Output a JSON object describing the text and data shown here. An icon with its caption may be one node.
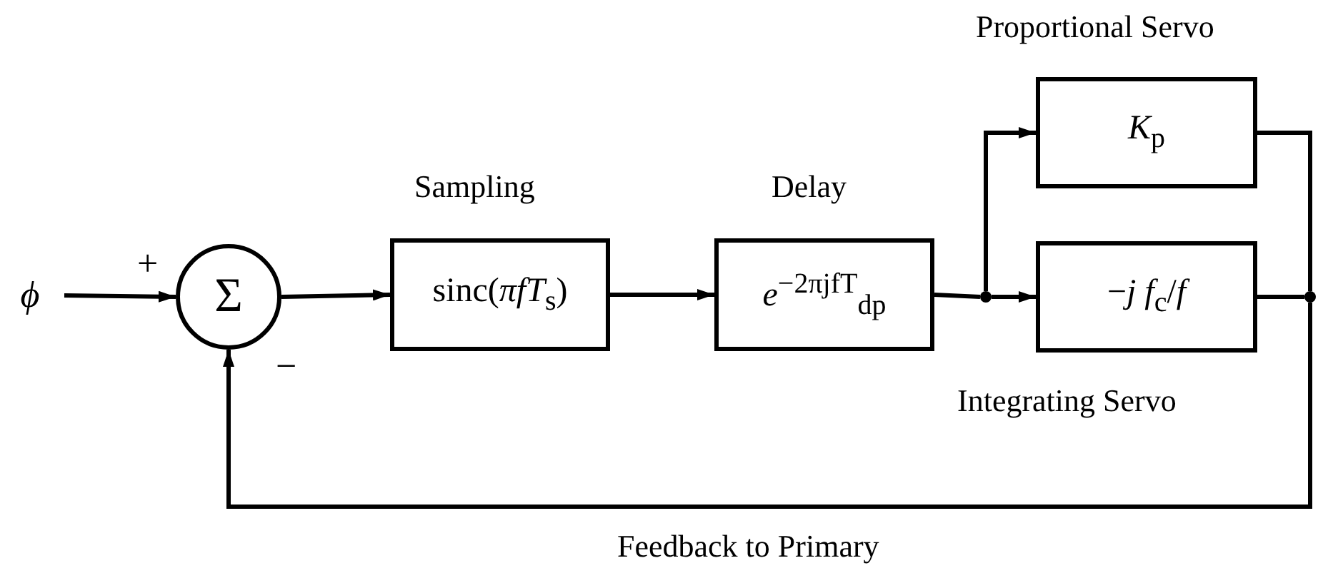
{
  "diagram": {
    "nodes": [
      {
        "text": [
          "*ϕ*"
        ]
      },
      {
        "text": [
          "Σ"
        ],
        "beside": [
          "+",
          "−"
        ]
      },
      {
        "text": [
          "sinc(*πfT*$_{s}$)"
        ],
        "beside": [
          "Sampling"
        ]
      },
      {
        "text": [
          "*e*$^{−2πjfT}$$_{dp}$"
        ],
        "beside": [
          "Delay"
        ]
      },
      {
        "text": [
          "*K*$_{p}$"
        ],
        "beside": [
          "Proportional Servo"
        ]
      },
      {
        "text": [
          "−*j* *f*$_{c}$/*f*"
        ],
        "beside": [
          "Integrating Servo"
        ]
      },
      {
        "text": [],
        "shape": "circle"
      },
      {
        "text": [],
        "shape": "circle"
      }
    ],
    "edges": [
      {
        "from": 0,
        "to": 1,
        "arrow": "to"
      },
      {
        "from": 1,
        "to": 2,
        "arrow": "to"
      },
      {
        "from": 2,
        "to": 3,
        "arrow": "to"
      },
      {
        "from": 3,
        "to": 6,
        "arrow": "none"
      },
      {
        "from": 6,
        "to": 4,
        "arrow": "to"
      },
      {
        "from": 6,
        "to": 5,
        "arrow": "to"
      },
      {
        "from": 4,
        "to": 7,
        "arrow": "none"
      },
      {
        "from": 5,
        "to": 7,
        "arrow": "none"
      },
      {
        "from": 7,
        "to": 1,
        "arrow": "to",
        "label": "Feedback to Primary"
      }
    ]
  }
}
